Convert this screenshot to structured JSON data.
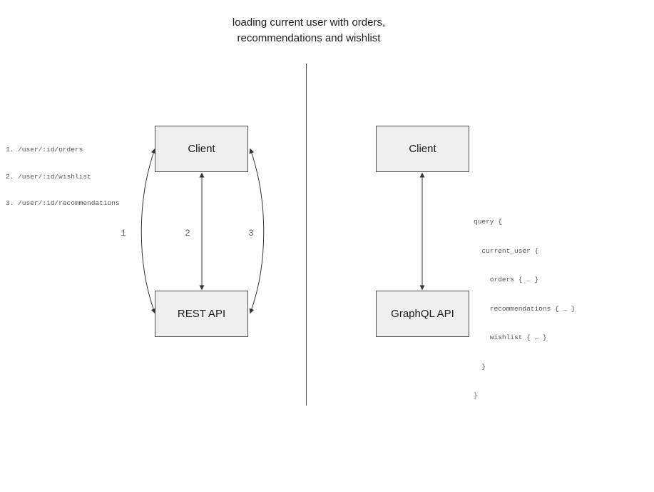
{
  "title": "loading current user with orders,\nrecommendations and wishlist",
  "colors": {
    "box-fill": "#efefef",
    "box-border": "#4f4f4f",
    "line": "#333333",
    "divider": "#4a4a4a",
    "muted": "#555555",
    "label": "#666666",
    "text": "#1c1c1c"
  },
  "left": {
    "client_label": "Client",
    "api_label": "REST API",
    "endpoints": [
      "1. /user/:id/orders",
      "2. /user/:id/wishlist",
      "3. /user/:id/recommendations"
    ],
    "arrow_labels": [
      "1",
      "2",
      "3"
    ]
  },
  "right": {
    "client_label": "Client",
    "api_label": "GraphQL API",
    "query_lines": [
      "query {",
      "  current_user {",
      "    orders { … }",
      "    recommendations { … }",
      "    wishlist { … }",
      "  }",
      "}"
    ]
  }
}
